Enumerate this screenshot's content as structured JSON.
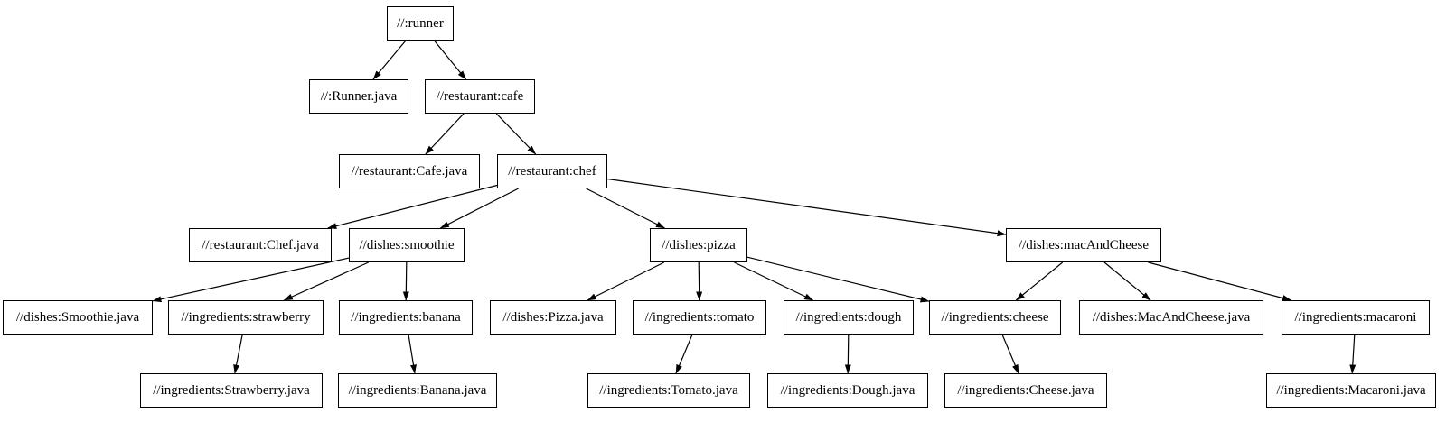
{
  "graph": {
    "type": "dependency-graph",
    "background_color": "#ffffff",
    "node_fill_color": "#ffffff",
    "node_border_color": "#000000",
    "edge_color": "#000000",
    "text_color": "#000000",
    "nodes": [
      {
        "id": "runner",
        "label": "//:runner"
      },
      {
        "id": "runner_java",
        "label": "//:Runner.java"
      },
      {
        "id": "cafe",
        "label": "//restaurant:cafe"
      },
      {
        "id": "cafe_java",
        "label": "//restaurant:Cafe.java"
      },
      {
        "id": "chef",
        "label": "//restaurant:chef"
      },
      {
        "id": "chef_java",
        "label": "//restaurant:Chef.java"
      },
      {
        "id": "smoothie",
        "label": "//dishes:smoothie"
      },
      {
        "id": "pizza",
        "label": "//dishes:pizza"
      },
      {
        "id": "macandcheese",
        "label": "//dishes:macAndCheese"
      },
      {
        "id": "smoothie_java",
        "label": "//dishes:Smoothie.java"
      },
      {
        "id": "strawberry",
        "label": "//ingredients:strawberry"
      },
      {
        "id": "banana",
        "label": "//ingredients:banana"
      },
      {
        "id": "pizza_java",
        "label": "//dishes:Pizza.java"
      },
      {
        "id": "tomato",
        "label": "//ingredients:tomato"
      },
      {
        "id": "dough",
        "label": "//ingredients:dough"
      },
      {
        "id": "cheese",
        "label": "//ingredients:cheese"
      },
      {
        "id": "macandcheese_java",
        "label": "//dishes:MacAndCheese.java"
      },
      {
        "id": "macaroni",
        "label": "//ingredients:macaroni"
      },
      {
        "id": "strawberry_java",
        "label": "//ingredients:Strawberry.java"
      },
      {
        "id": "banana_java",
        "label": "//ingredients:Banana.java"
      },
      {
        "id": "tomato_java",
        "label": "//ingredients:Tomato.java"
      },
      {
        "id": "dough_java",
        "label": "//ingredients:Dough.java"
      },
      {
        "id": "cheese_java",
        "label": "//ingredients:Cheese.java"
      },
      {
        "id": "macaroni_java",
        "label": "//ingredients:Macaroni.java"
      }
    ],
    "edges": [
      [
        "runner",
        "runner_java"
      ],
      [
        "runner",
        "cafe"
      ],
      [
        "cafe",
        "cafe_java"
      ],
      [
        "cafe",
        "chef"
      ],
      [
        "chef",
        "chef_java"
      ],
      [
        "chef",
        "smoothie"
      ],
      [
        "chef",
        "pizza"
      ],
      [
        "chef",
        "macandcheese"
      ],
      [
        "smoothie",
        "smoothie_java"
      ],
      [
        "smoothie",
        "strawberry"
      ],
      [
        "smoothie",
        "banana"
      ],
      [
        "strawberry",
        "strawberry_java"
      ],
      [
        "banana",
        "banana_java"
      ],
      [
        "pizza",
        "pizza_java"
      ],
      [
        "pizza",
        "tomato"
      ],
      [
        "pizza",
        "dough"
      ],
      [
        "pizza",
        "cheese"
      ],
      [
        "tomato",
        "tomato_java"
      ],
      [
        "dough",
        "dough_java"
      ],
      [
        "cheese",
        "cheese_java"
      ],
      [
        "macandcheese",
        "cheese"
      ],
      [
        "macandcheese",
        "macandcheese_java"
      ],
      [
        "macandcheese",
        "macaroni"
      ],
      [
        "macaroni",
        "macaroni_java"
      ]
    ]
  }
}
